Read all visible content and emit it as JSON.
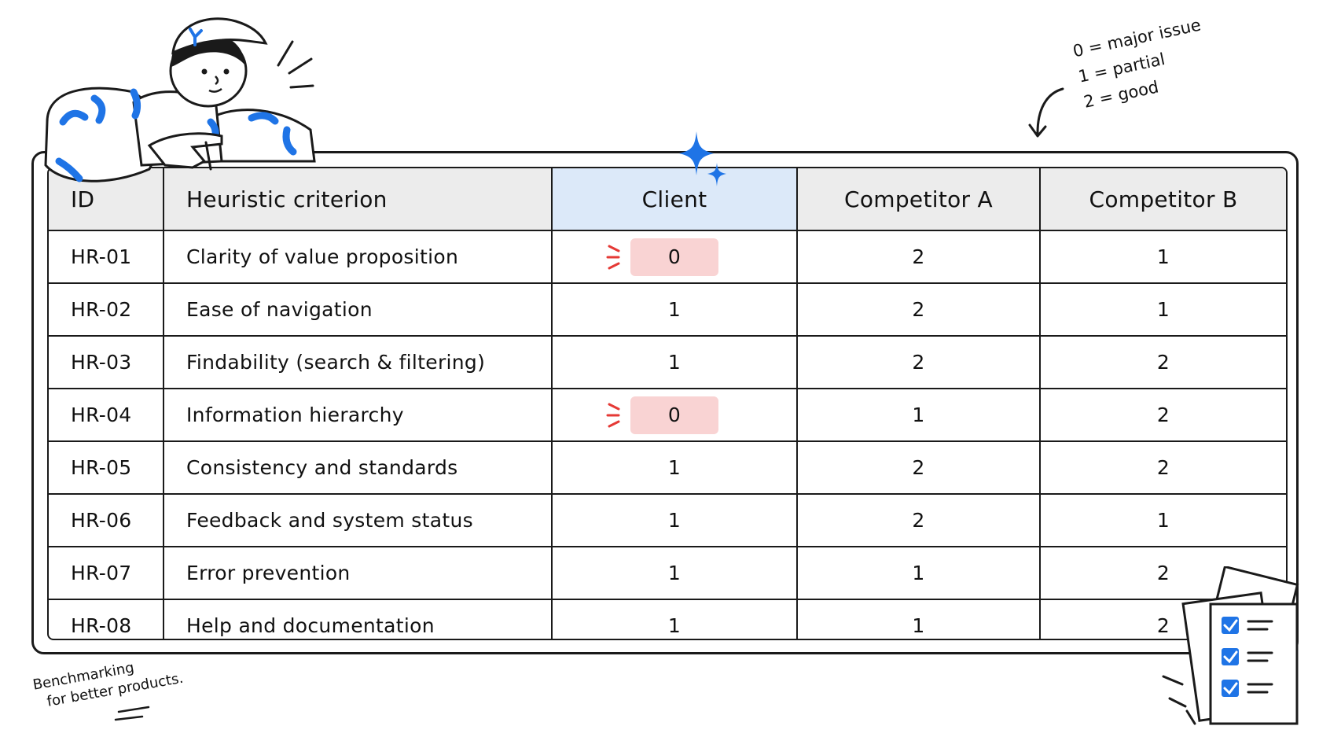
{
  "legend": {
    "lines": [
      "0 = major issue",
      "1 = partial",
      "2 = good"
    ]
  },
  "table": {
    "headers": {
      "id": "ID",
      "criterion": "Heuristic criterion",
      "client": "Client",
      "competitor_a": "Competitor A",
      "competitor_b": "Competitor B"
    },
    "rows": [
      {
        "id": "HR-01",
        "criterion": "Clarity of value proposition",
        "client": "0",
        "competitor_a": "2",
        "competitor_b": "1"
      },
      {
        "id": "HR-02",
        "criterion": "Ease of navigation",
        "client": "1",
        "competitor_a": "2",
        "competitor_b": "1"
      },
      {
        "id": "HR-03",
        "criterion": "Findability (search & filtering)",
        "client": "1",
        "competitor_a": "2",
        "competitor_b": "2"
      },
      {
        "id": "HR-04",
        "criterion": "Information hierarchy",
        "client": "0",
        "competitor_a": "1",
        "competitor_b": "2"
      },
      {
        "id": "HR-05",
        "criterion": "Consistency and standards",
        "client": "1",
        "competitor_a": "2",
        "competitor_b": "2"
      },
      {
        "id": "HR-06",
        "criterion": "Feedback and system status",
        "client": "1",
        "competitor_a": "2",
        "competitor_b": "1"
      },
      {
        "id": "HR-07",
        "criterion": "Error prevention",
        "client": "1",
        "competitor_a": "1",
        "competitor_b": "2"
      },
      {
        "id": "HR-08",
        "criterion": "Help and documentation",
        "client": "1",
        "competitor_a": "1",
        "competitor_b": "2"
      }
    ]
  },
  "tagline": {
    "line1": "Benchmarking",
    "line2": "for better products."
  },
  "colors": {
    "accent_blue": "#1f74e6",
    "client_header_bg": "#dce9f9",
    "issue_highlight": "#f9d3d3",
    "alert_red": "#e53935",
    "header_bg": "#ececec"
  },
  "icons": [
    "character-illustration",
    "sparkle-icon",
    "arrow-icon",
    "checklist-icon",
    "alert-icon"
  ]
}
